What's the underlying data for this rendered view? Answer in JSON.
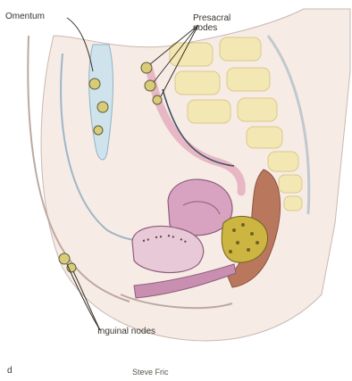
{
  "labels": {
    "omentum": "Omentum",
    "presacral_line1": "Presacral",
    "presacral_line2": "nodes",
    "inguinal": "Inguinal nodes",
    "panel": "d",
    "credit": "Steve Fric"
  },
  "colors": {
    "background": "#ffffff",
    "vertebra": "#f3e8b3",
    "skin": "#f6e6e0",
    "bladder": "#d9a6c2",
    "uterus": "#c98fb0",
    "rectum": "#b9785d",
    "ovary_mass": "#cdb542",
    "omentum": "#cfe3ec",
    "lymph_node": "#d8cc78",
    "outline": "#3c4f63"
  },
  "icons": [
    "lymph-node-icon",
    "arrow-icon"
  ]
}
